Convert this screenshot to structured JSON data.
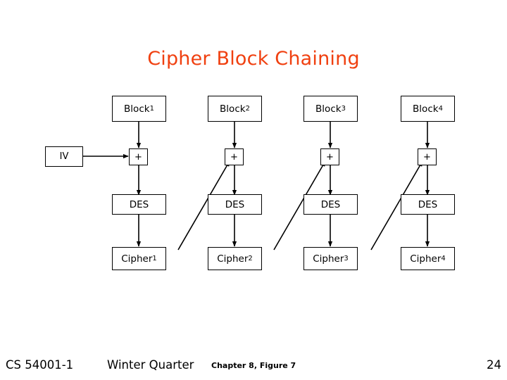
{
  "slide": {
    "title": "Cipher Block Chaining",
    "title_color": "#f04010",
    "background": "#ffffff",
    "line_color": "#000000"
  },
  "diagram": {
    "iv_label": "IV",
    "xor_symbol": "+",
    "des_label": "DES",
    "columns": [
      {
        "block_label": "Block",
        "block_sub": "1",
        "cipher_label": "Cipher",
        "cipher_sub": "1"
      },
      {
        "block_label": "Block",
        "block_sub": "2",
        "cipher_label": "Cipher",
        "cipher_sub": "2"
      },
      {
        "block_label": "Block",
        "block_sub": "3",
        "cipher_label": "Cipher",
        "cipher_sub": "3"
      },
      {
        "block_label": "Block",
        "block_sub": "4",
        "cipher_label": "Cipher",
        "cipher_sub": "4"
      }
    ]
  },
  "footer": {
    "course": "CS 54001-1",
    "term": "Winter Quarter",
    "figure": "Chapter 8, Figure 7",
    "page": "24"
  }
}
